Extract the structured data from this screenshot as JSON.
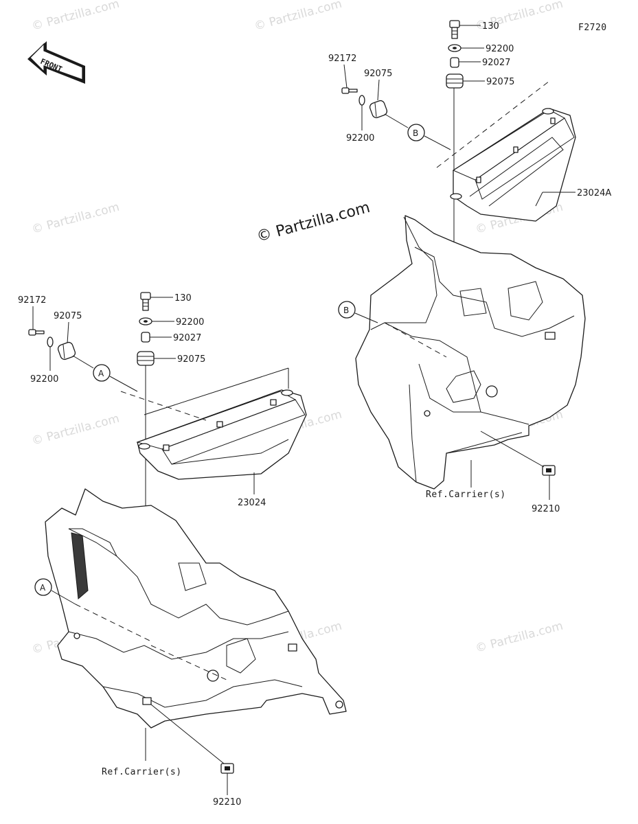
{
  "figure_code": "F2720",
  "front_arrow_label": "FRONT",
  "watermark_main": "© Partzilla.com",
  "watermark_repeat": "© Partzilla.com",
  "callouts": {
    "a": "A",
    "b": "B"
  },
  "labels": {
    "upper_bolt": "130",
    "upper_washer": "92200",
    "upper_collar": "92027",
    "upper_grommet": "92075",
    "upper_screw": "92172",
    "upper_side_grommet": "92075",
    "upper_side_washer": "92200",
    "upper_lamp": "23024A",
    "upper_nut": "92210",
    "upper_ref": "Ref.Carrier(s)",
    "lower_bolt": "130",
    "lower_washer": "92200",
    "lower_collar": "92027",
    "lower_grommet": "92075",
    "lower_screw": "92172",
    "lower_side_grommet": "92075",
    "lower_side_washer": "92200",
    "lower_lamp": "23024",
    "lower_nut": "92210",
    "lower_ref": "Ref.Carrier(s)"
  }
}
